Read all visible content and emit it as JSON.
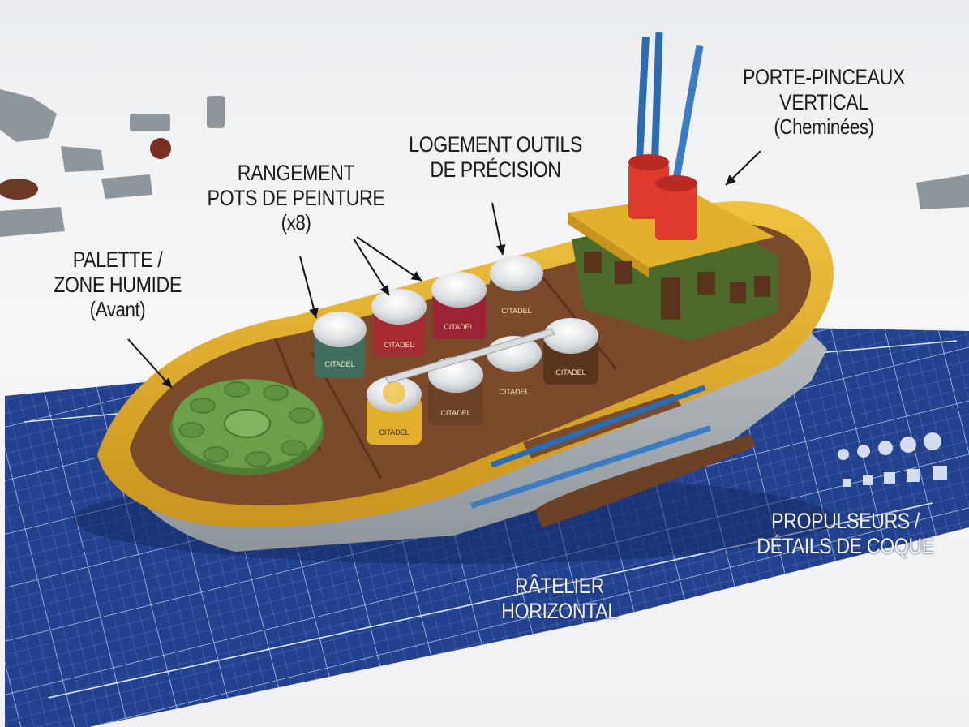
{
  "image": {
    "labels": {
      "palette": {
        "line1": "PALETTE /",
        "line2": "ZONE HUMIDE",
        "line3": "(Avant)"
      },
      "paint_storage": {
        "line1": "RANGEMENT",
        "line2": "POTS DE PEINTURE",
        "line3": "(x8)"
      },
      "precision_tools": {
        "line1": "LOGEMENT OUTILS",
        "line2": "DE PRÉCISION"
      },
      "brush_holder": {
        "line1": "PORTE-PINCEAUX",
        "line2": "VERTICAL",
        "line3": "(Cheminées)"
      },
      "thrusters": {
        "line1": "PROPULSEURS /",
        "line2": "DÉTAILS DE COQUE"
      },
      "rack": {
        "line1": "RÂTELIER",
        "line2": "HORIZONTAL"
      }
    },
    "pot_brand": "CITADEL",
    "colors": {
      "hull_yellow": "#e3b02e",
      "hull_gray": "#a9b0b5",
      "deck_brown": "#7a4a2a",
      "cabin_green": "#4c6b2a",
      "chimney_red": "#e03a2f",
      "palette_green": "#6aa04a",
      "mat_blue": "#22418f"
    }
  }
}
